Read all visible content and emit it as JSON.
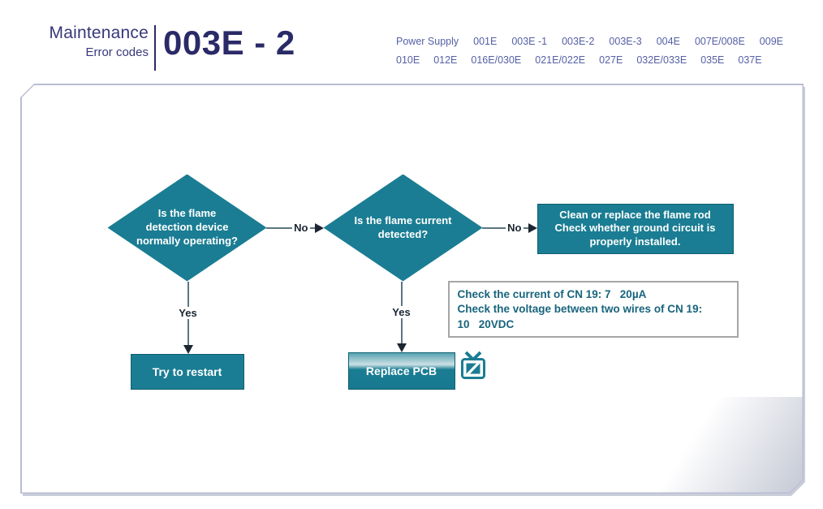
{
  "colors": {
    "accent_teal": "#1A7D93",
    "header_navy": "#2A2A68",
    "brand_navy": "#37377B",
    "nav_blue": "#5560A5",
    "note_text_teal": "#18647C",
    "connector_gray": "#5C7680",
    "label_dark": "#1B2631",
    "panel_border": "#B9BDD3"
  },
  "header": {
    "title": "Maintenance",
    "subtitle": "Error codes",
    "code": "003E - 2",
    "nav": {
      "row1": [
        "Power Supply",
        "001E",
        "003E -1",
        "003E-2",
        "003E-3",
        "004E",
        "007E/008E",
        "009E"
      ],
      "row2": [
        "010E",
        "012E",
        "016E/030E",
        "021E/022E",
        "027E",
        "032E/033E",
        "035E",
        "037E"
      ]
    }
  },
  "flowchart": {
    "decision_flame_device": "Is the flame detection device normally operating?",
    "decision_flame_current": "Is the flame current detected?",
    "label_no_1": "No",
    "label_no_2": "No",
    "label_yes_1": "Yes",
    "label_yes_2": "Yes",
    "action_clean_lines": [
      "Clean or replace the flame rod",
      "Check whether ground circuit is",
      "properly installed."
    ],
    "note_lines": [
      "Check the current of CN 19: 7   20µA",
      "Check the voltage between two wires of CN 19:",
      "10   20VDC"
    ],
    "action_restart": "Try to restart",
    "action_replace_pcb": "Replace PCB"
  },
  "icons": {
    "video_link": "tv-icon"
  }
}
